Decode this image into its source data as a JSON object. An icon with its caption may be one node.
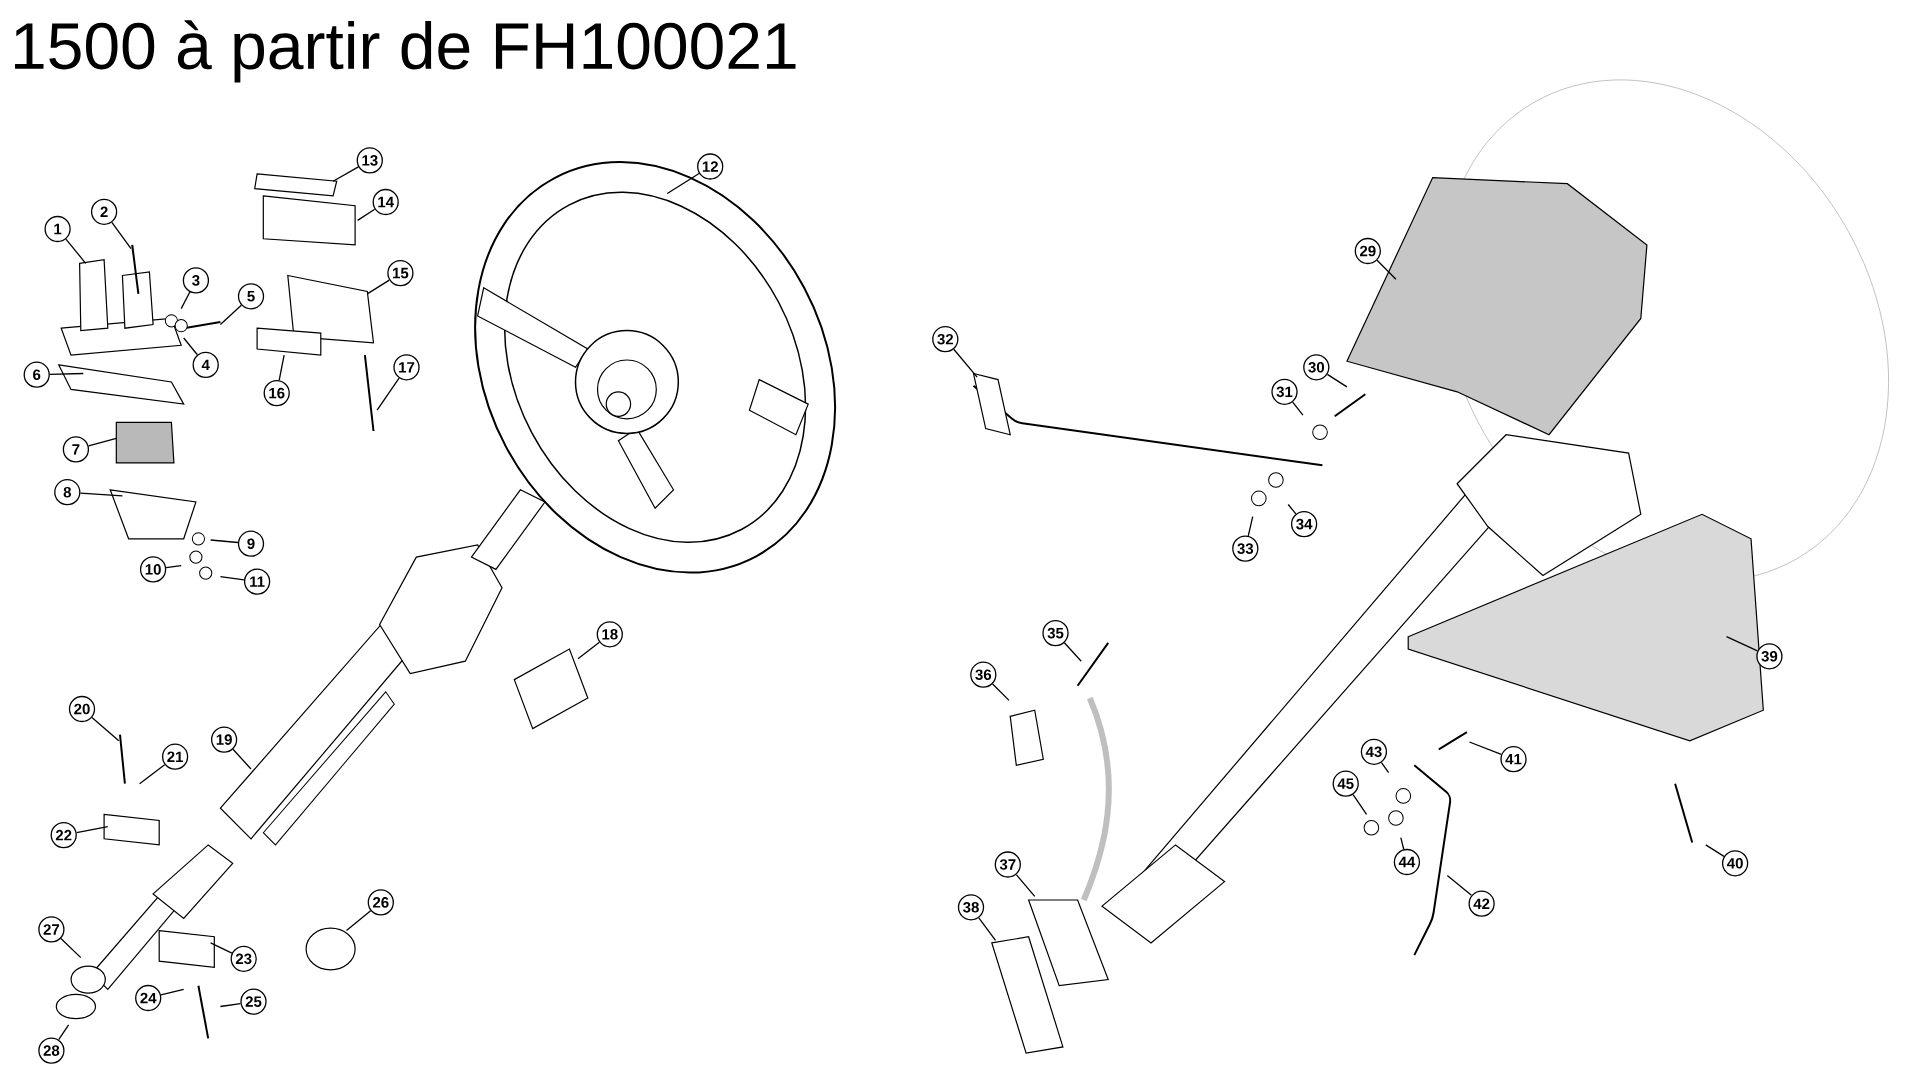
{
  "diagram": {
    "title": "1500 à partir de FH100021",
    "nodes": [
      {
        "text": [
          "1"
        ]
      },
      {
        "text": [
          "2"
        ]
      },
      {
        "text": [
          "3"
        ]
      },
      {
        "text": [
          "4"
        ]
      },
      {
        "text": [
          "5"
        ]
      },
      {
        "text": [
          "6"
        ]
      },
      {
        "text": [
          "7"
        ]
      },
      {
        "text": [
          "8"
        ]
      },
      {
        "text": [
          "9"
        ]
      },
      {
        "text": [
          "10"
        ]
      },
      {
        "text": [
          "11"
        ]
      },
      {
        "text": [
          "12"
        ]
      },
      {
        "text": [
          "13"
        ]
      },
      {
        "text": [
          "14"
        ]
      },
      {
        "text": [
          "15"
        ]
      },
      {
        "text": [
          "16"
        ]
      },
      {
        "text": [
          "17"
        ]
      },
      {
        "text": [
          "18"
        ]
      },
      {
        "text": [
          "19"
        ]
      },
      {
        "text": [
          "20"
        ]
      },
      {
        "text": [
          "21"
        ]
      },
      {
        "text": [
          "22"
        ]
      },
      {
        "text": [
          "23"
        ]
      },
      {
        "text": [
          "24"
        ]
      },
      {
        "text": [
          "25"
        ]
      },
      {
        "text": [
          "26"
        ]
      },
      {
        "text": [
          "27"
        ]
      },
      {
        "text": [
          "28"
        ]
      },
      {
        "text": [
          "29"
        ]
      },
      {
        "text": [
          "30"
        ]
      },
      {
        "text": [
          "31"
        ]
      },
      {
        "text": [
          "32"
        ]
      },
      {
        "text": [
          "33"
        ]
      },
      {
        "text": [
          "34"
        ]
      },
      {
        "text": [
          "35"
        ]
      },
      {
        "text": [
          "36"
        ]
      },
      {
        "text": [
          "37"
        ]
      },
      {
        "text": [
          "38"
        ]
      },
      {
        "text": [
          "39"
        ]
      },
      {
        "text": [
          "40"
        ]
      },
      {
        "text": [
          "41"
        ]
      },
      {
        "text": [
          "42"
        ]
      },
      {
        "text": [
          "43"
        ]
      },
      {
        "text": [
          "44"
        ]
      },
      {
        "text": [
          "45"
        ]
      }
    ],
    "edges": [
      {
        "from": 0,
        "to": null,
        "arrow": "none"
      },
      {
        "from": 1,
        "to": null,
        "arrow": "none"
      },
      {
        "from": 2,
        "to": null,
        "arrow": "none"
      },
      {
        "from": 3,
        "to": null,
        "arrow": "none"
      },
      {
        "from": 4,
        "to": null,
        "arrow": "none"
      },
      {
        "from": 5,
        "to": null,
        "arrow": "none"
      },
      {
        "from": 6,
        "to": null,
        "arrow": "none"
      },
      {
        "from": 7,
        "to": null,
        "arrow": "none"
      },
      {
        "from": 8,
        "to": null,
        "arrow": "none"
      },
      {
        "from": 9,
        "to": null,
        "arrow": "none"
      },
      {
        "from": 10,
        "to": null,
        "arrow": "none"
      },
      {
        "from": 11,
        "to": null,
        "arrow": "none"
      },
      {
        "from": 12,
        "to": null,
        "arrow": "none"
      },
      {
        "from": 13,
        "to": null,
        "arrow": "none"
      },
      {
        "from": 14,
        "to": null,
        "arrow": "none"
      },
      {
        "from": 15,
        "to": null,
        "arrow": "none"
      },
      {
        "from": 16,
        "to": null,
        "arrow": "none"
      },
      {
        "from": 17,
        "to": null,
        "arrow": "none"
      },
      {
        "from": 18,
        "to": null,
        "arrow": "none"
      },
      {
        "from": 19,
        "to": null,
        "arrow": "none"
      },
      {
        "from": 20,
        "to": null,
        "arrow": "none"
      },
      {
        "from": 21,
        "to": null,
        "arrow": "none"
      },
      {
        "from": 22,
        "to": null,
        "arrow": "none"
      },
      {
        "from": 23,
        "to": null,
        "arrow": "none"
      },
      {
        "from": 24,
        "to": null,
        "arrow": "none"
      },
      {
        "from": 25,
        "to": null,
        "arrow": "none"
      },
      {
        "from": 26,
        "to": null,
        "arrow": "none"
      },
      {
        "from": 27,
        "to": null,
        "arrow": "none"
      },
      {
        "from": 28,
        "to": null,
        "arrow": "none"
      },
      {
        "from": 29,
        "to": null,
        "arrow": "none"
      },
      {
        "from": 30,
        "to": null,
        "arrow": "none"
      },
      {
        "from": 31,
        "to": null,
        "arrow": "none"
      },
      {
        "from": 32,
        "to": null,
        "arrow": "none"
      },
      {
        "from": 33,
        "to": null,
        "arrow": "none"
      },
      {
        "from": 34,
        "to": null,
        "arrow": "none"
      },
      {
        "from": 35,
        "to": null,
        "arrow": "none"
      },
      {
        "from": 36,
        "to": null,
        "arrow": "none"
      },
      {
        "from": 37,
        "to": null,
        "arrow": "none"
      },
      {
        "from": 38,
        "to": null,
        "arrow": "none"
      },
      {
        "from": 39,
        "to": null,
        "arrow": "none"
      },
      {
        "from": 40,
        "to": null,
        "arrow": "none"
      },
      {
        "from": 41,
        "to": null,
        "arrow": "none"
      },
      {
        "from": 42,
        "to": null,
        "arrow": "none"
      },
      {
        "from": 43,
        "to": null,
        "arrow": "none"
      },
      {
        "from": 44,
        "to": null,
        "arrow": "none"
      }
    ]
  }
}
